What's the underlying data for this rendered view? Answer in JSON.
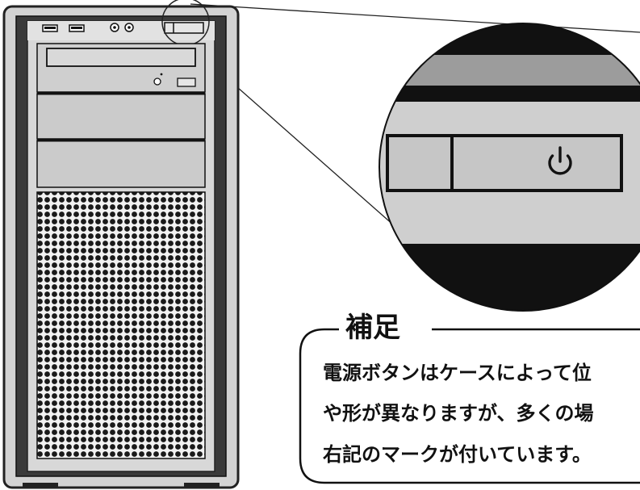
{
  "note": {
    "title": "補足",
    "lines": [
      "電源ボタンはケースによって位",
      "や形が異なりますが、多くの場",
      "右記のマークが付いています。"
    ]
  },
  "colors": {
    "case_body": "#d0d0d0",
    "case_border": "#222222",
    "bay_face": "#c8c8c8",
    "mesh_dot": "#222222",
    "zoom_light": "#cfcfcf",
    "zoom_dark": "#111111",
    "power_button": "#c4c4c4"
  },
  "icons": {
    "power": "power-icon",
    "usb": "usb-port-icon",
    "audio": "audio-jack-icon"
  }
}
